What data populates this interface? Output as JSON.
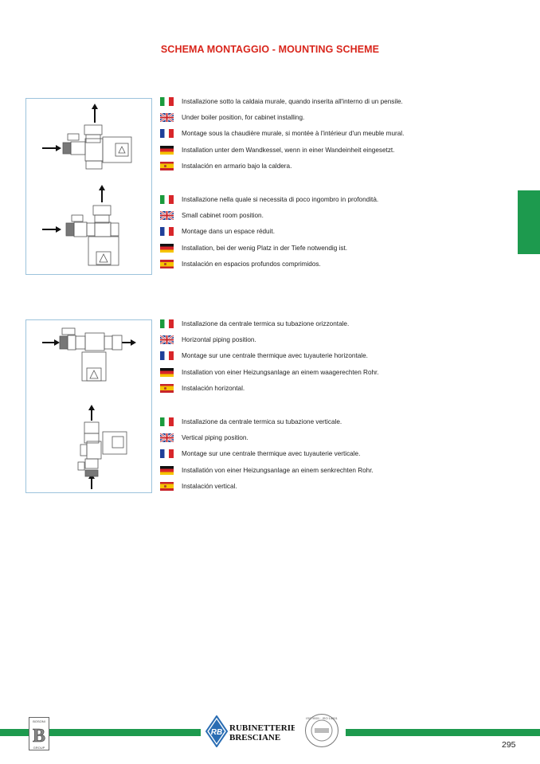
{
  "title": "SCHEMA MONTAGGIO - MOUNTING SCHEME",
  "groups": [
    {
      "it": "Installazione sotto la caldaia murale, quando inserita all'interno di un pensile.",
      "en": "Under boiler position, for cabinet installing.",
      "fr": "Montage sous la chaudière murale, si montée à l'intérieur d'un meuble mural.",
      "de": "Installation unter dem Wandkessel, wenn in einer Wandeinheit eingesetzt.",
      "es": "Instalación en armario bajo la caldera."
    },
    {
      "it": "Installazione nella quale si necessita di poco ingombro in profondità.",
      "en": "Small cabinet room position.",
      "fr": "Montage dans un espace réduit.",
      "de": "Installation, bei der wenig Platz in der Tiefe notwendig ist.",
      "es": "Instalación en espacios profundos comprimidos."
    },
    {
      "it": "Installazione da centrale termica su tubazione orizzontale.",
      "en": "Horizontal piping position.",
      "fr": "Montage sur une centrale thermique avec tuyauterie horizontale.",
      "de": "Installation von einer Heizungsanlage an einem waagerechten Rohr.",
      "es": "Instalación horizontal."
    },
    {
      "it": "Installazione da centrale termica su tubazione verticale.",
      "en": "Vertical piping position.",
      "fr": "Montage sur une centrale thermique avec tuyauterie verticale.",
      "de": "Installatión von einer Heizungsanlage an einem senkrechten Rohr.",
      "es": "Instalación vertical."
    }
  ],
  "footer": {
    "left_logo": "BOSONI B GROUP",
    "brand_line1": "RUBINETTERIE",
    "brand_line2": "BRESCIANE",
    "cert_seal": "ISO 9001 - ISO 14001",
    "page_number": "295"
  },
  "colors": {
    "title": "#d9261c",
    "accent_green": "#1d9a4e",
    "box_border": "#9cc3dc"
  }
}
